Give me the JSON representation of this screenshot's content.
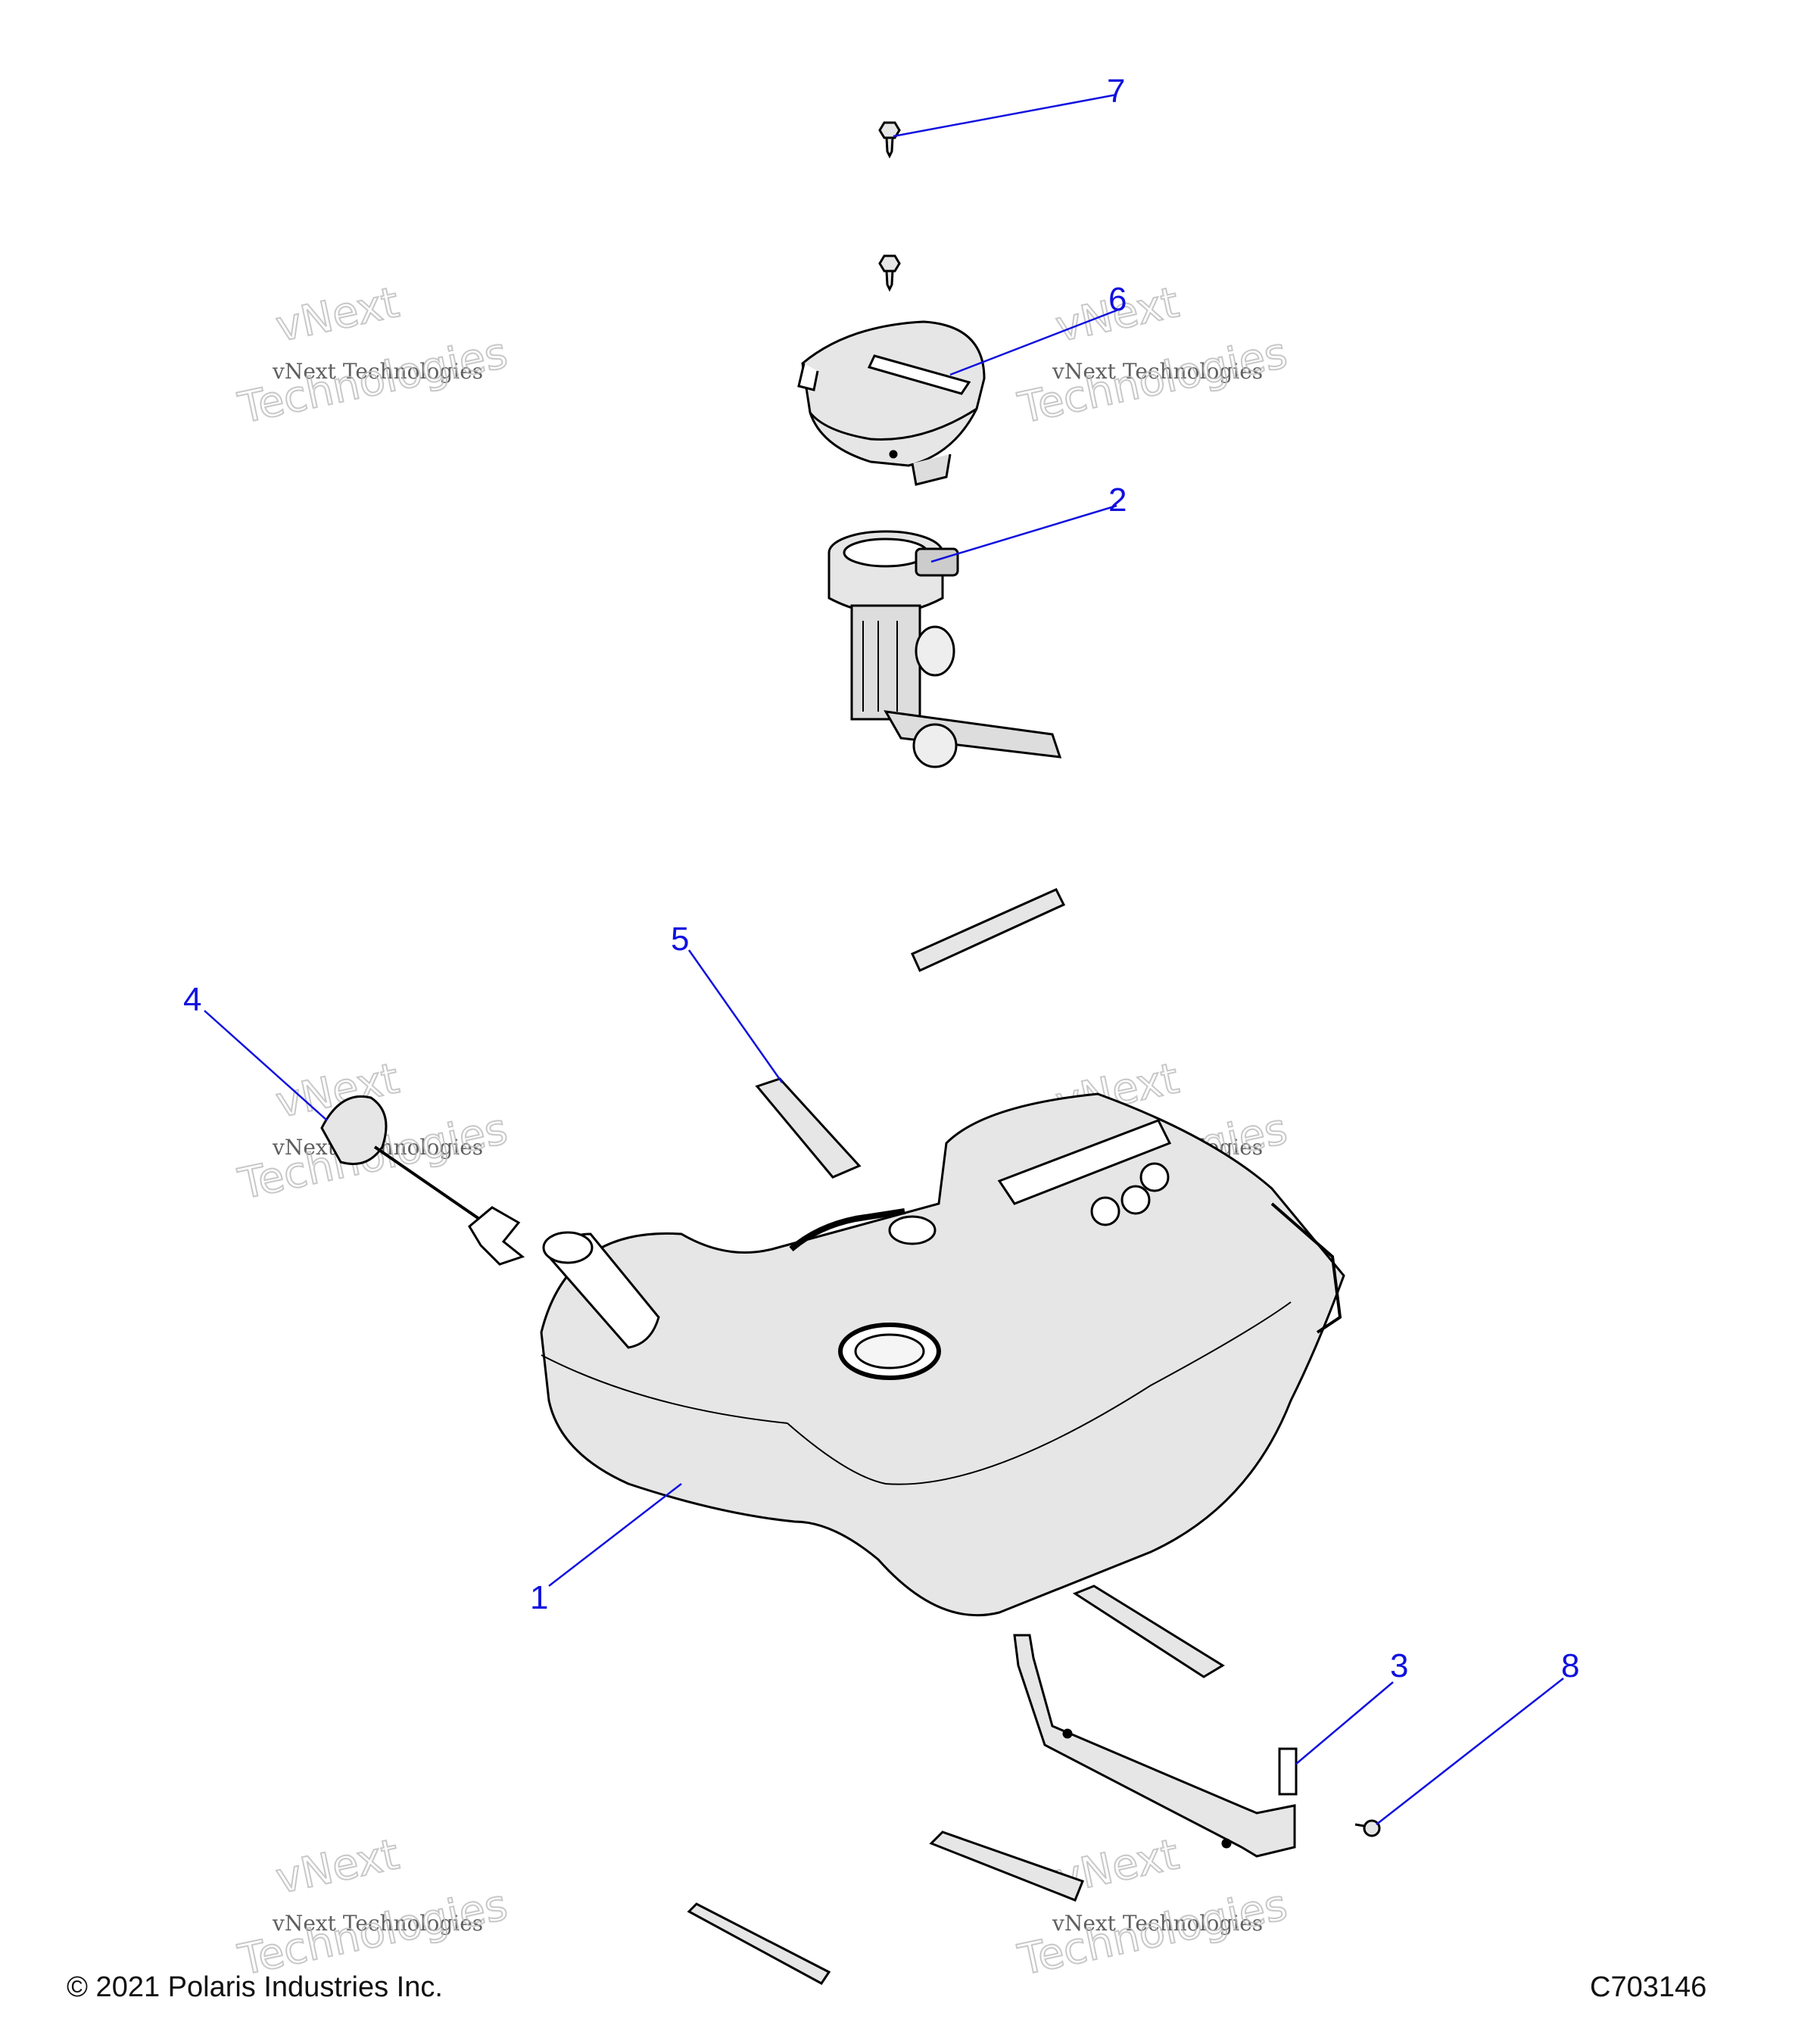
{
  "callouts": [
    {
      "id": "1",
      "label": "1"
    },
    {
      "id": "2",
      "label": "2"
    },
    {
      "id": "3",
      "label": "3"
    },
    {
      "id": "4",
      "label": "4"
    },
    {
      "id": "5",
      "label": "5"
    },
    {
      "id": "6",
      "label": "6"
    },
    {
      "id": "7",
      "label": "7"
    },
    {
      "id": "8",
      "label": "8"
    }
  ],
  "watermark": {
    "line1": "vNext",
    "line2": "vNext Technologies",
    "line3": "Technologies"
  },
  "footer": {
    "copyright": "© 2021 Polaris Industries Inc.",
    "drawing_id": "C703146"
  },
  "colors": {
    "callout": "#1010e0",
    "outline": "#000000",
    "part_fill": "#e6e6e6"
  }
}
